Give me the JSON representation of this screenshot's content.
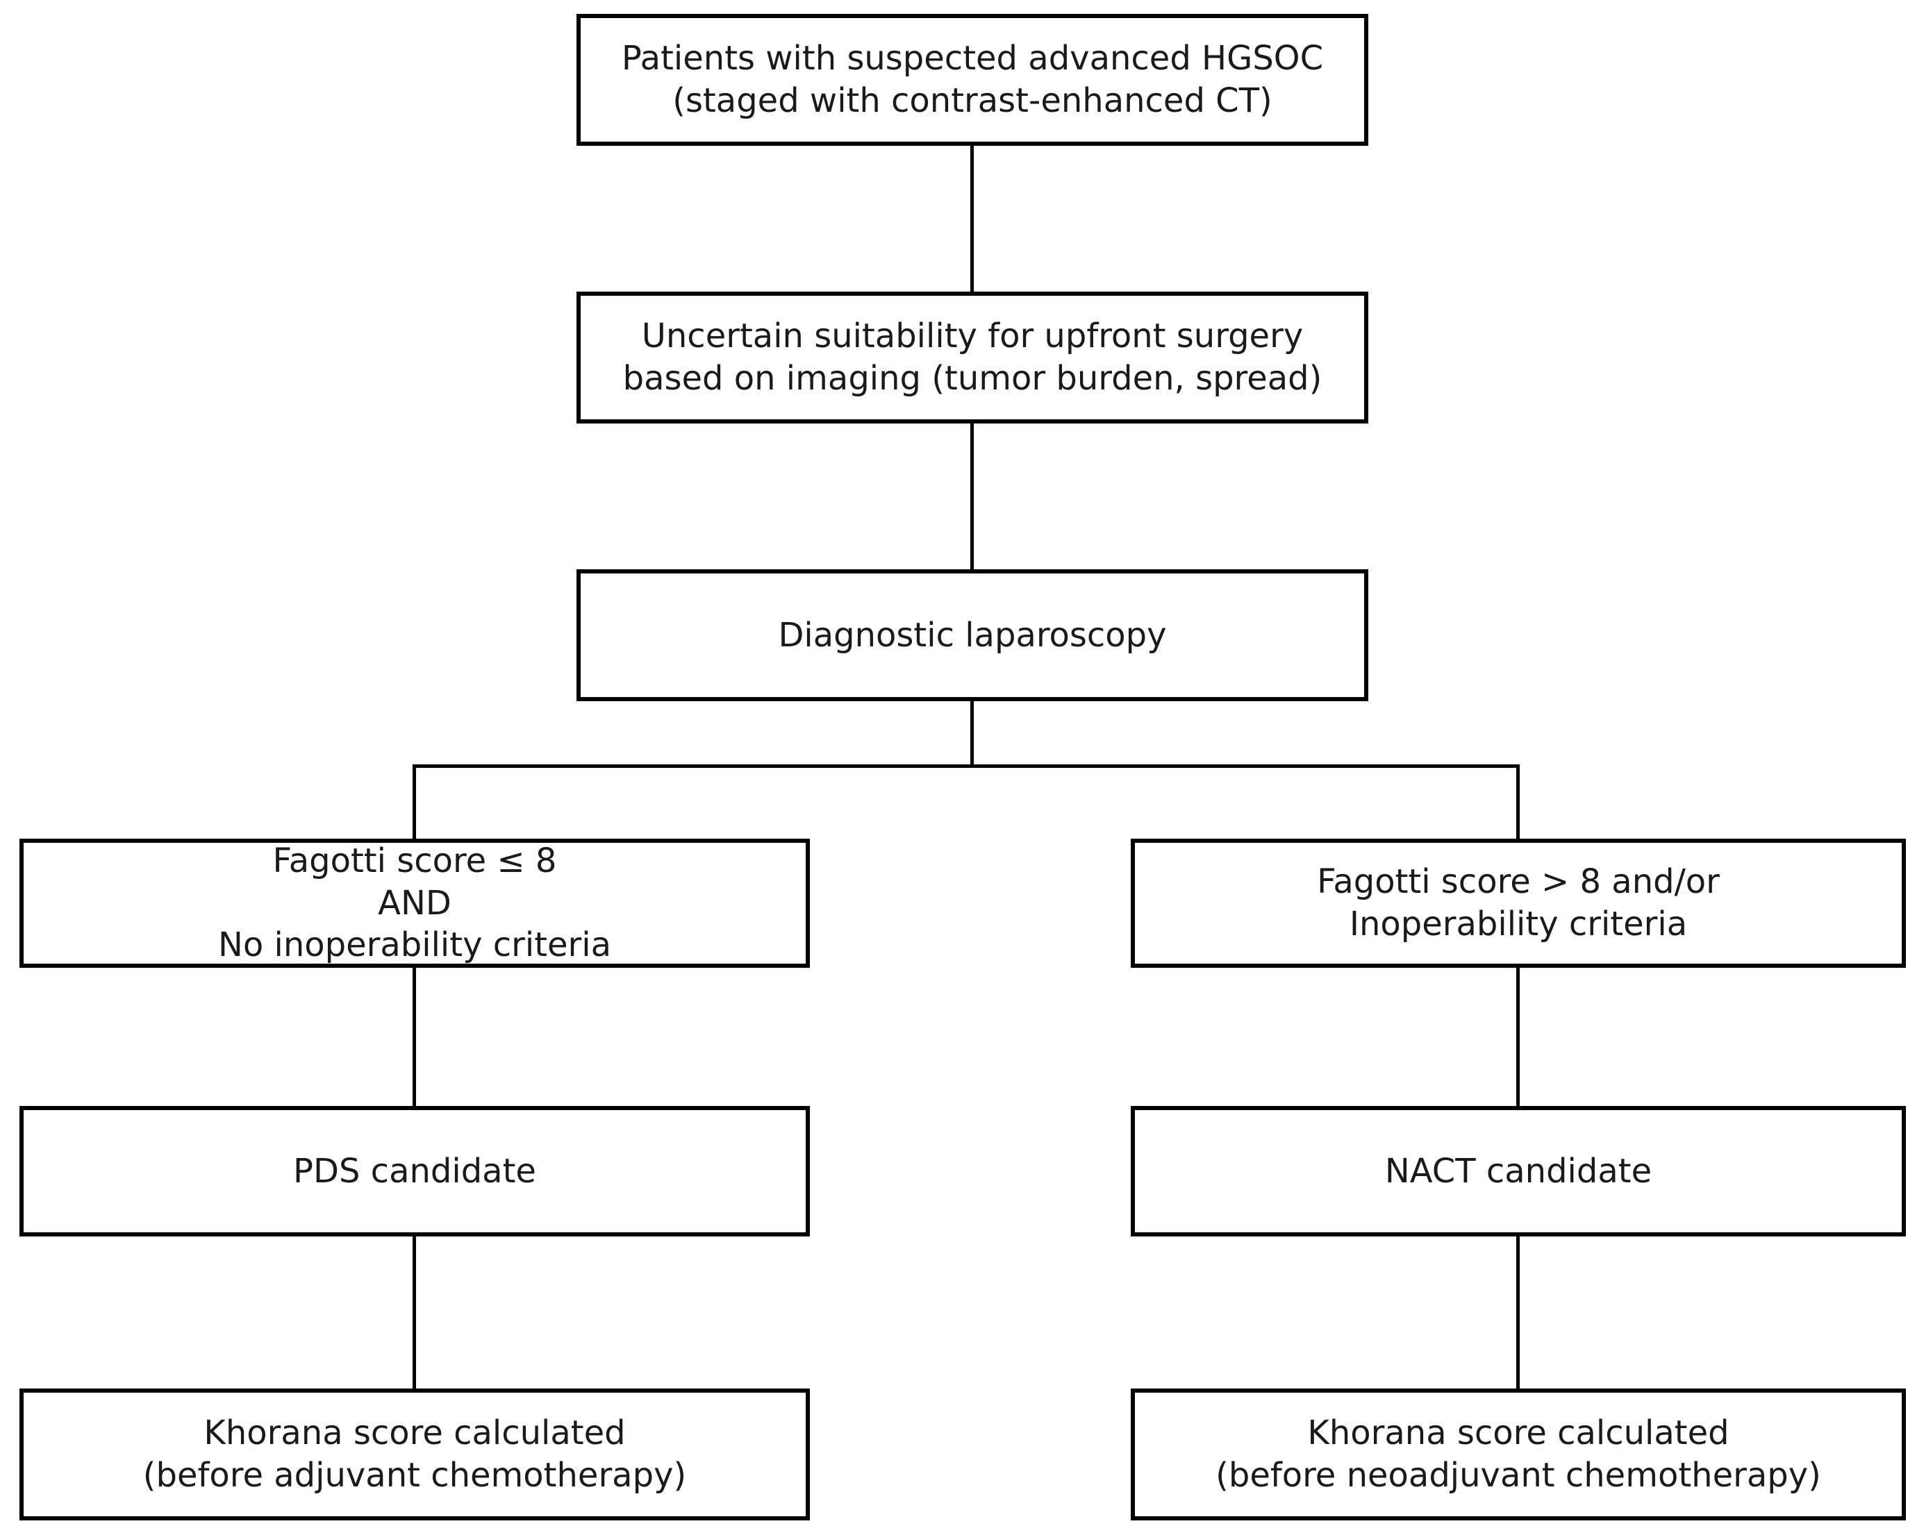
{
  "flowchart": {
    "description": "HGSOC treatment-decision flow diagram",
    "colors": {
      "border": "#000000",
      "connector": "#000000",
      "text": "#1a1a1a",
      "background": "#ffffff"
    },
    "nodes": {
      "patients": {
        "lines": [
          "Patients with suspected advanced HGSOC",
          "(staged with contrast-enhanced CT)"
        ]
      },
      "uncertain": {
        "lines": [
          "Uncertain suitability for upfront surgery",
          "based on imaging (tumor burden, spread)"
        ]
      },
      "laparoscopy": {
        "lines": [
          "Diagnostic laparoscopy"
        ]
      },
      "fagotti_low": {
        "lines": [
          "Fagotti score ≤ 8",
          "AND",
          "No inoperability criteria"
        ]
      },
      "fagotti_high": {
        "lines": [
          "Fagotti score > 8 and/or",
          "Inoperability criteria"
        ]
      },
      "pds": {
        "lines": [
          "PDS candidate"
        ]
      },
      "nact": {
        "lines": [
          "NACT candidate"
        ]
      },
      "khorana_adjuvant": {
        "lines": [
          "Khorana score calculated",
          "(before adjuvant chemotherapy)"
        ]
      },
      "khorana_neoadjuvant": {
        "lines": [
          "Khorana score calculated",
          "(before neoadjuvant chemotherapy)"
        ]
      }
    }
  }
}
